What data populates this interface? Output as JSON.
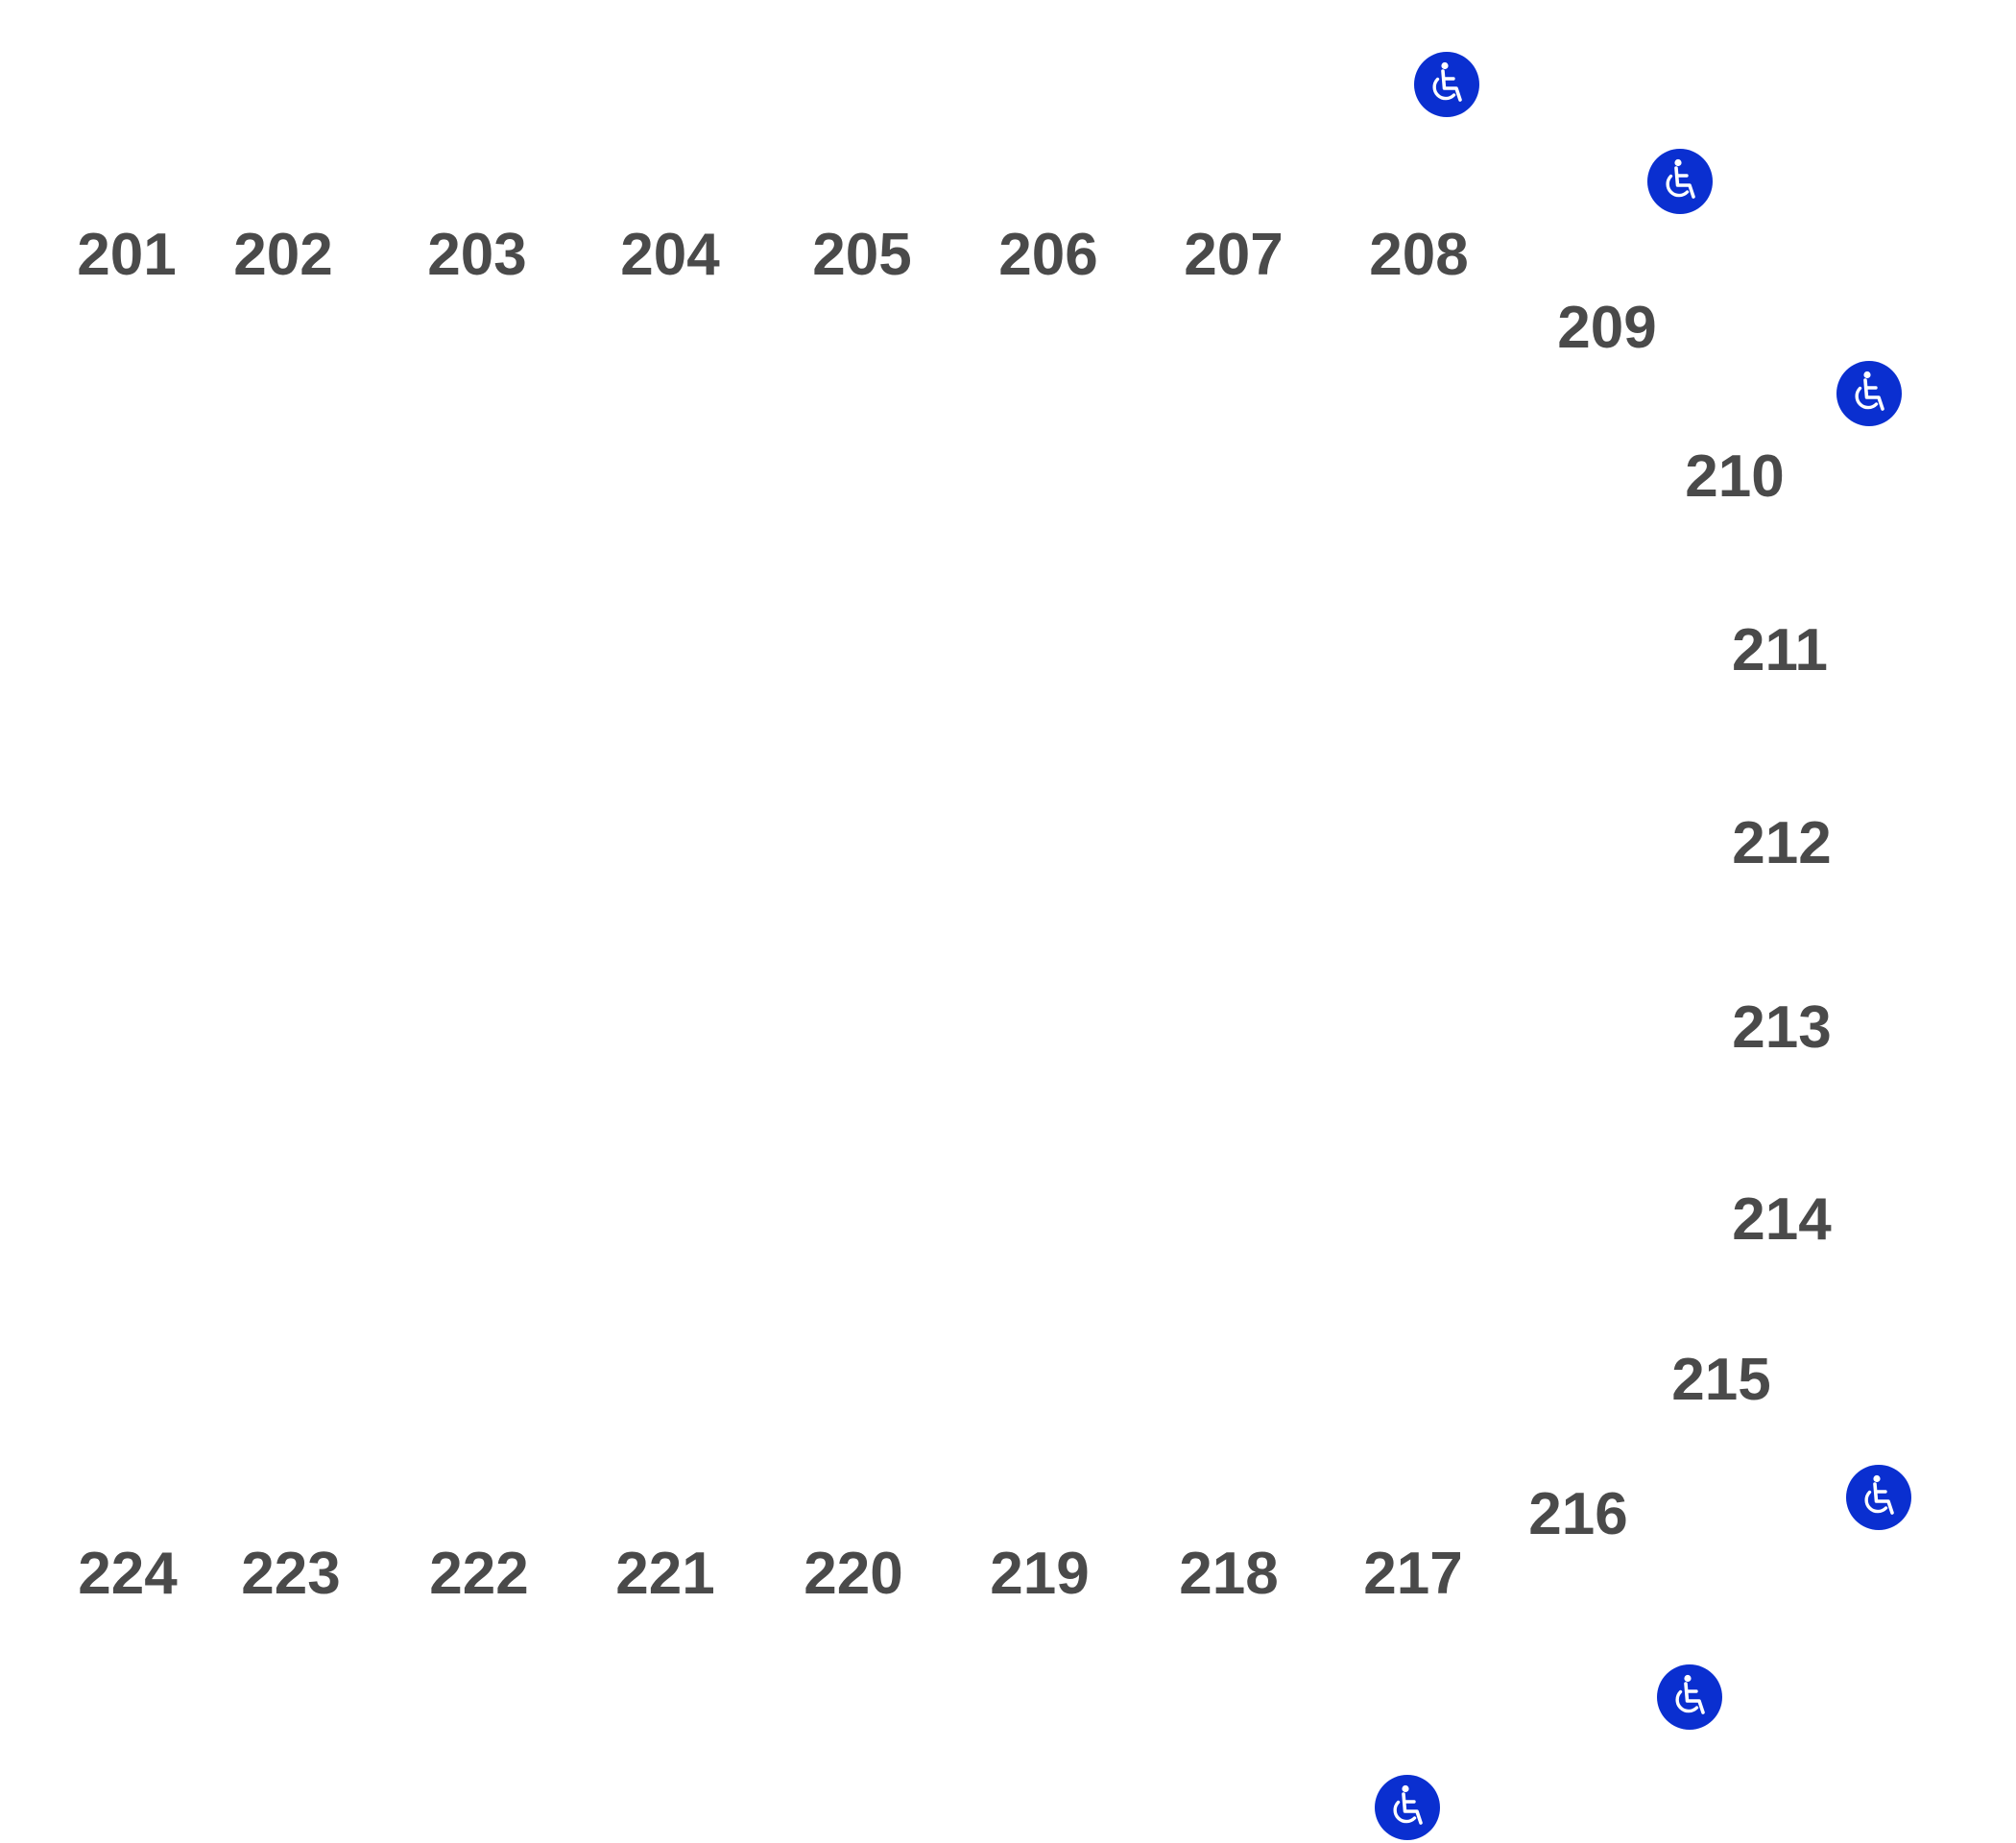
{
  "sections": [
    {
      "label": "201"
    },
    {
      "label": "202"
    },
    {
      "label": "203"
    },
    {
      "label": "204"
    },
    {
      "label": "205"
    },
    {
      "label": "206"
    },
    {
      "label": "207"
    },
    {
      "label": "208"
    },
    {
      "label": "209"
    },
    {
      "label": "210"
    },
    {
      "label": "211"
    },
    {
      "label": "212"
    },
    {
      "label": "213"
    },
    {
      "label": "214"
    },
    {
      "label": "215"
    },
    {
      "label": "216"
    },
    {
      "label": "217"
    },
    {
      "label": "218"
    },
    {
      "label": "219"
    },
    {
      "label": "220"
    },
    {
      "label": "221"
    },
    {
      "label": "222"
    },
    {
      "label": "223"
    },
    {
      "label": "224"
    }
  ],
  "accessible_markers": {
    "icon": "wheelchair-icon",
    "count": 6,
    "fill_color": "#0a2fd0",
    "glyph_color": "#ffffff"
  },
  "colors": {
    "label_text": "#4a4a4a",
    "background": "#ffffff"
  }
}
